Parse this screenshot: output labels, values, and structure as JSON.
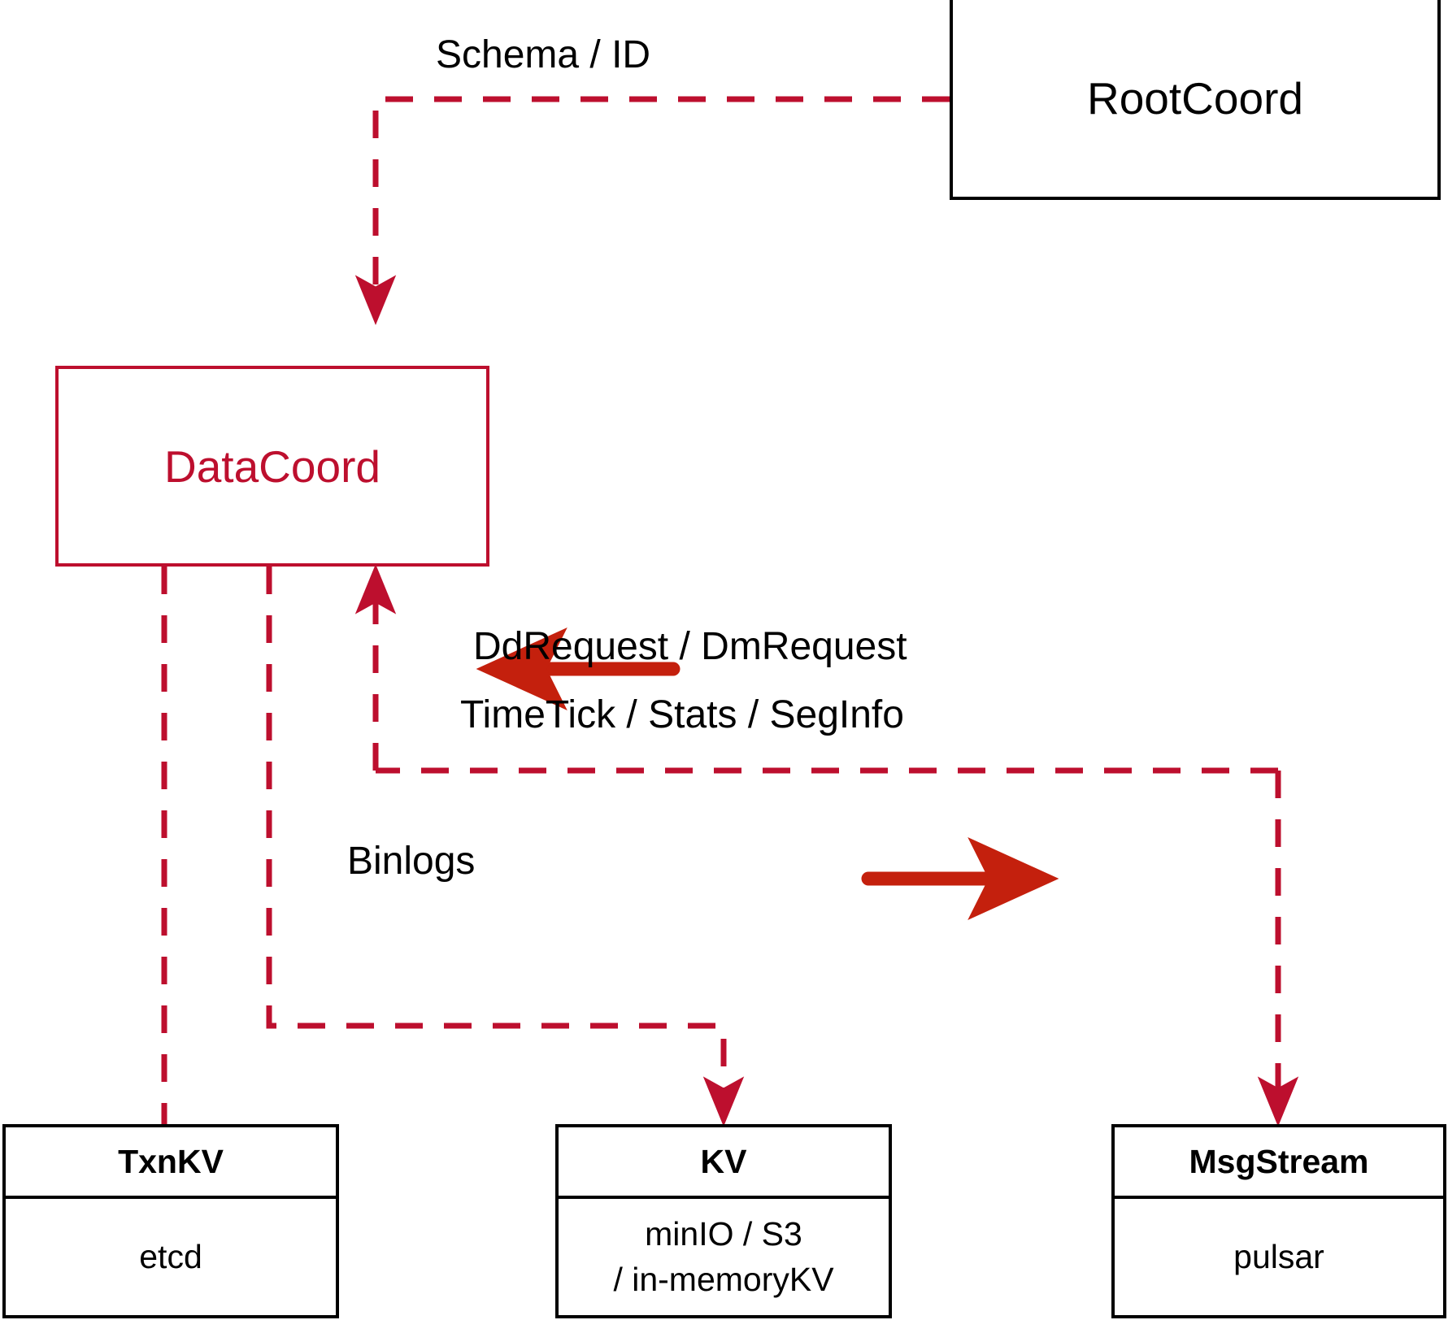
{
  "diagram": {
    "title": "DataCoord architecture",
    "colors": {
      "accent_red": "#BD0F2E",
      "arrow_red": "#C4200D",
      "node_black": "#000000",
      "background": "#FFFFFF"
    },
    "nodes": [
      {
        "id": "root-coord",
        "label": "RootCoord",
        "style": "plain",
        "border_color": "#000000",
        "text_color": "#000000"
      },
      {
        "id": "data-coord",
        "label": "DataCoord",
        "style": "plain",
        "border_color": "#BD0F2E",
        "text_color": "#BD0F2E"
      },
      {
        "id": "txn-kv",
        "label": "TxnKV",
        "style": "store",
        "body_lines": [
          "etcd"
        ],
        "border_color": "#000000",
        "text_color": "#000000"
      },
      {
        "id": "kv-store",
        "label": "KV",
        "style": "store",
        "body_lines": [
          "minIO / S3",
          "/ in-memoryKV"
        ],
        "border_color": "#000000",
        "text_color": "#000000"
      },
      {
        "id": "msg-stream",
        "label": "MsgStream",
        "style": "store",
        "body_lines": [
          "pulsar"
        ],
        "border_color": "#000000",
        "text_color": "#000000"
      }
    ],
    "edges": [
      {
        "id": "schema-id",
        "label": "Schema / ID",
        "from": "root-coord",
        "to": "data-coord",
        "line": "dashed",
        "arrow": "to"
      },
      {
        "id": "dd-dm-request",
        "label": "DdRequest / DmRequest",
        "direction_marker": "left",
        "from": "msg-stream",
        "to": "data-coord",
        "line": "dashed",
        "arrow": "to"
      },
      {
        "id": "timetick-stats-seginfo",
        "label": "TimeTick / Stats / SegInfo",
        "direction_marker": "right",
        "from": "data-coord",
        "to": "msg-stream",
        "line": "dashed",
        "arrow": "to"
      },
      {
        "id": "binlogs",
        "label": "Binlogs",
        "from": "data-coord",
        "to": "kv-store",
        "line": "dashed",
        "arrow": "to"
      },
      {
        "id": "datacoord-txnkv",
        "label": "",
        "from": "data-coord",
        "to": "txn-kv",
        "line": "dashed",
        "arrow": "none"
      }
    ]
  }
}
